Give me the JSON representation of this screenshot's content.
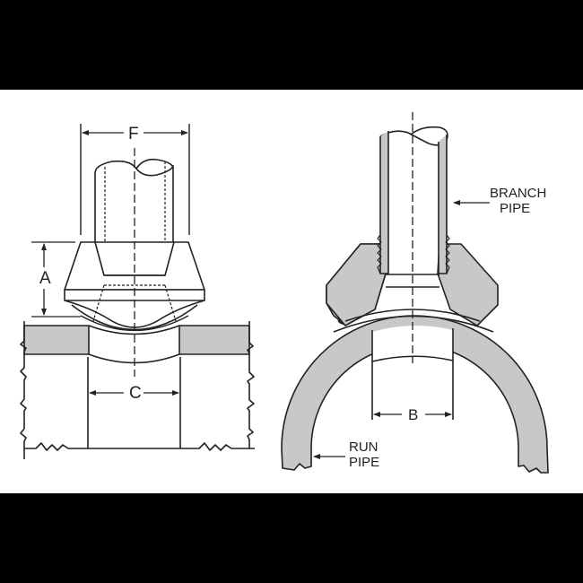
{
  "figure": {
    "left_view": {
      "dimensions": {
        "F": "F",
        "A": "A",
        "C": "C"
      }
    },
    "right_view": {
      "dimensions": {
        "B": "B"
      },
      "callouts": {
        "branch_pipe": [
          "BRANCH",
          "PIPE"
        ],
        "run_pipe": [
          "RUN",
          "PIPE"
        ]
      }
    },
    "colors": {
      "background": "#000000",
      "panel": "#ffffff",
      "section_fill": "#c8c8c8",
      "line": "#222222"
    }
  }
}
